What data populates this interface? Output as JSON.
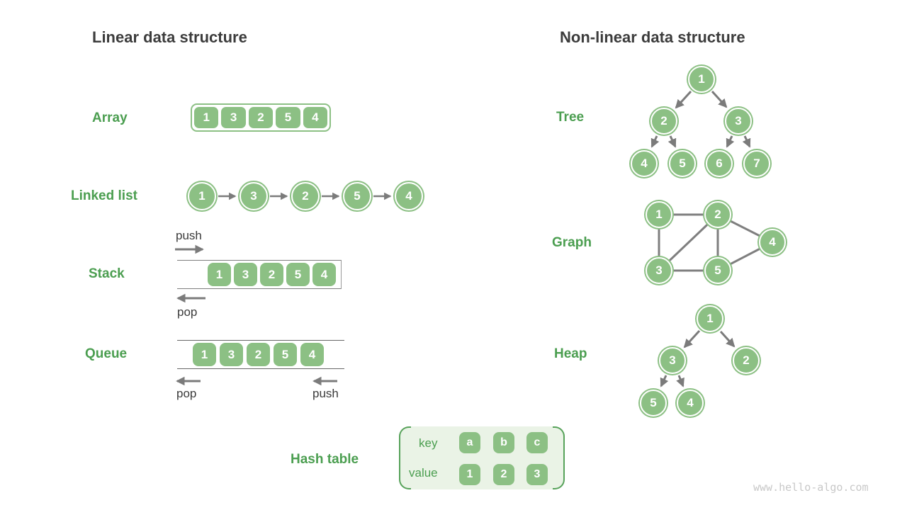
{
  "titles": {
    "linear": "Linear data structure",
    "nonlinear": "Non-linear data structure"
  },
  "sections": {
    "array": {
      "label": "Array",
      "values": [
        1,
        3,
        2,
        5,
        4
      ]
    },
    "linked_list": {
      "label": "Linked list",
      "values": [
        1,
        3,
        2,
        5,
        4
      ]
    },
    "stack": {
      "label": "Stack",
      "values": [
        1,
        3,
        2,
        5,
        4
      ],
      "push_label": "push",
      "pop_label": "pop"
    },
    "queue": {
      "label": "Queue",
      "values": [
        1,
        3,
        2,
        5,
        4
      ],
      "pop_label": "pop",
      "push_label": "push"
    },
    "hash_table": {
      "label": "Hash table",
      "key_label": "key",
      "value_label": "value",
      "keys": [
        "a",
        "b",
        "c"
      ],
      "values": [
        1,
        2,
        3
      ],
      "mapping": [
        {
          "key": "a",
          "value": 1
        },
        {
          "key": "b",
          "value": 2
        },
        {
          "key": "c",
          "value": 3
        }
      ]
    },
    "tree": {
      "label": "Tree",
      "nodes": [
        1,
        2,
        3,
        4,
        5,
        6,
        7
      ],
      "edges": [
        [
          1,
          2
        ],
        [
          1,
          3
        ],
        [
          2,
          4
        ],
        [
          2,
          5
        ],
        [
          3,
          6
        ],
        [
          3,
          7
        ]
      ]
    },
    "graph": {
      "label": "Graph",
      "nodes": [
        1,
        2,
        3,
        4,
        5
      ],
      "edges": [
        [
          1,
          2
        ],
        [
          1,
          3
        ],
        [
          2,
          3
        ],
        [
          2,
          5
        ],
        [
          2,
          4
        ],
        [
          3,
          5
        ],
        [
          4,
          5
        ]
      ]
    },
    "heap": {
      "label": "Heap",
      "nodes": [
        1,
        3,
        2,
        5,
        4
      ],
      "edges": [
        [
          1,
          3
        ],
        [
          1,
          2
        ],
        [
          3,
          5
        ],
        [
          3,
          4
        ]
      ]
    }
  },
  "watermark": {
    "text": "www.hello-algo.com"
  },
  "colors": {
    "node_green": "#8cc084",
    "label_green": "#4b9e50",
    "bracket_green": "#57a25a",
    "hash_bg_green": "#eaf3e6",
    "title_gray": "#3c3c3c",
    "arrow_gray": "#7b7b7b",
    "watermark_gray": "#c8c8c8"
  }
}
